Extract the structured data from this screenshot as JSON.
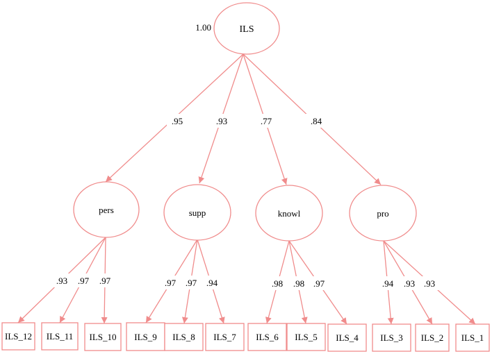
{
  "accent_color": "#f08c8c",
  "top_factor": {
    "label": "ILS",
    "variance": "1.00"
  },
  "factors": [
    {
      "label": "pers",
      "loading": ".95"
    },
    {
      "label": "supp",
      "loading": ".93"
    },
    {
      "label": "knowl",
      "loading": ".77"
    },
    {
      "label": "pro",
      "loading": ".84"
    }
  ],
  "items": [
    {
      "label": "ILS_12",
      "loading": ".93"
    },
    {
      "label": "ILS_11",
      "loading": ".97"
    },
    {
      "label": "ILS_10",
      "loading": ".97"
    },
    {
      "label": "ILS_9",
      "loading": ".97"
    },
    {
      "label": "ILS_8",
      "loading": ".97"
    },
    {
      "label": "ILS_7",
      "loading": ".94"
    },
    {
      "label": "ILS_6",
      "loading": ".98"
    },
    {
      "label": "ILS_5",
      "loading": ".98"
    },
    {
      "label": "ILS_4",
      "loading": ".97"
    },
    {
      "label": "ILS_3",
      "loading": ".94"
    },
    {
      "label": "ILS_2",
      "loading": ".93"
    },
    {
      "label": "ILS_1",
      "loading": ".93"
    }
  ]
}
